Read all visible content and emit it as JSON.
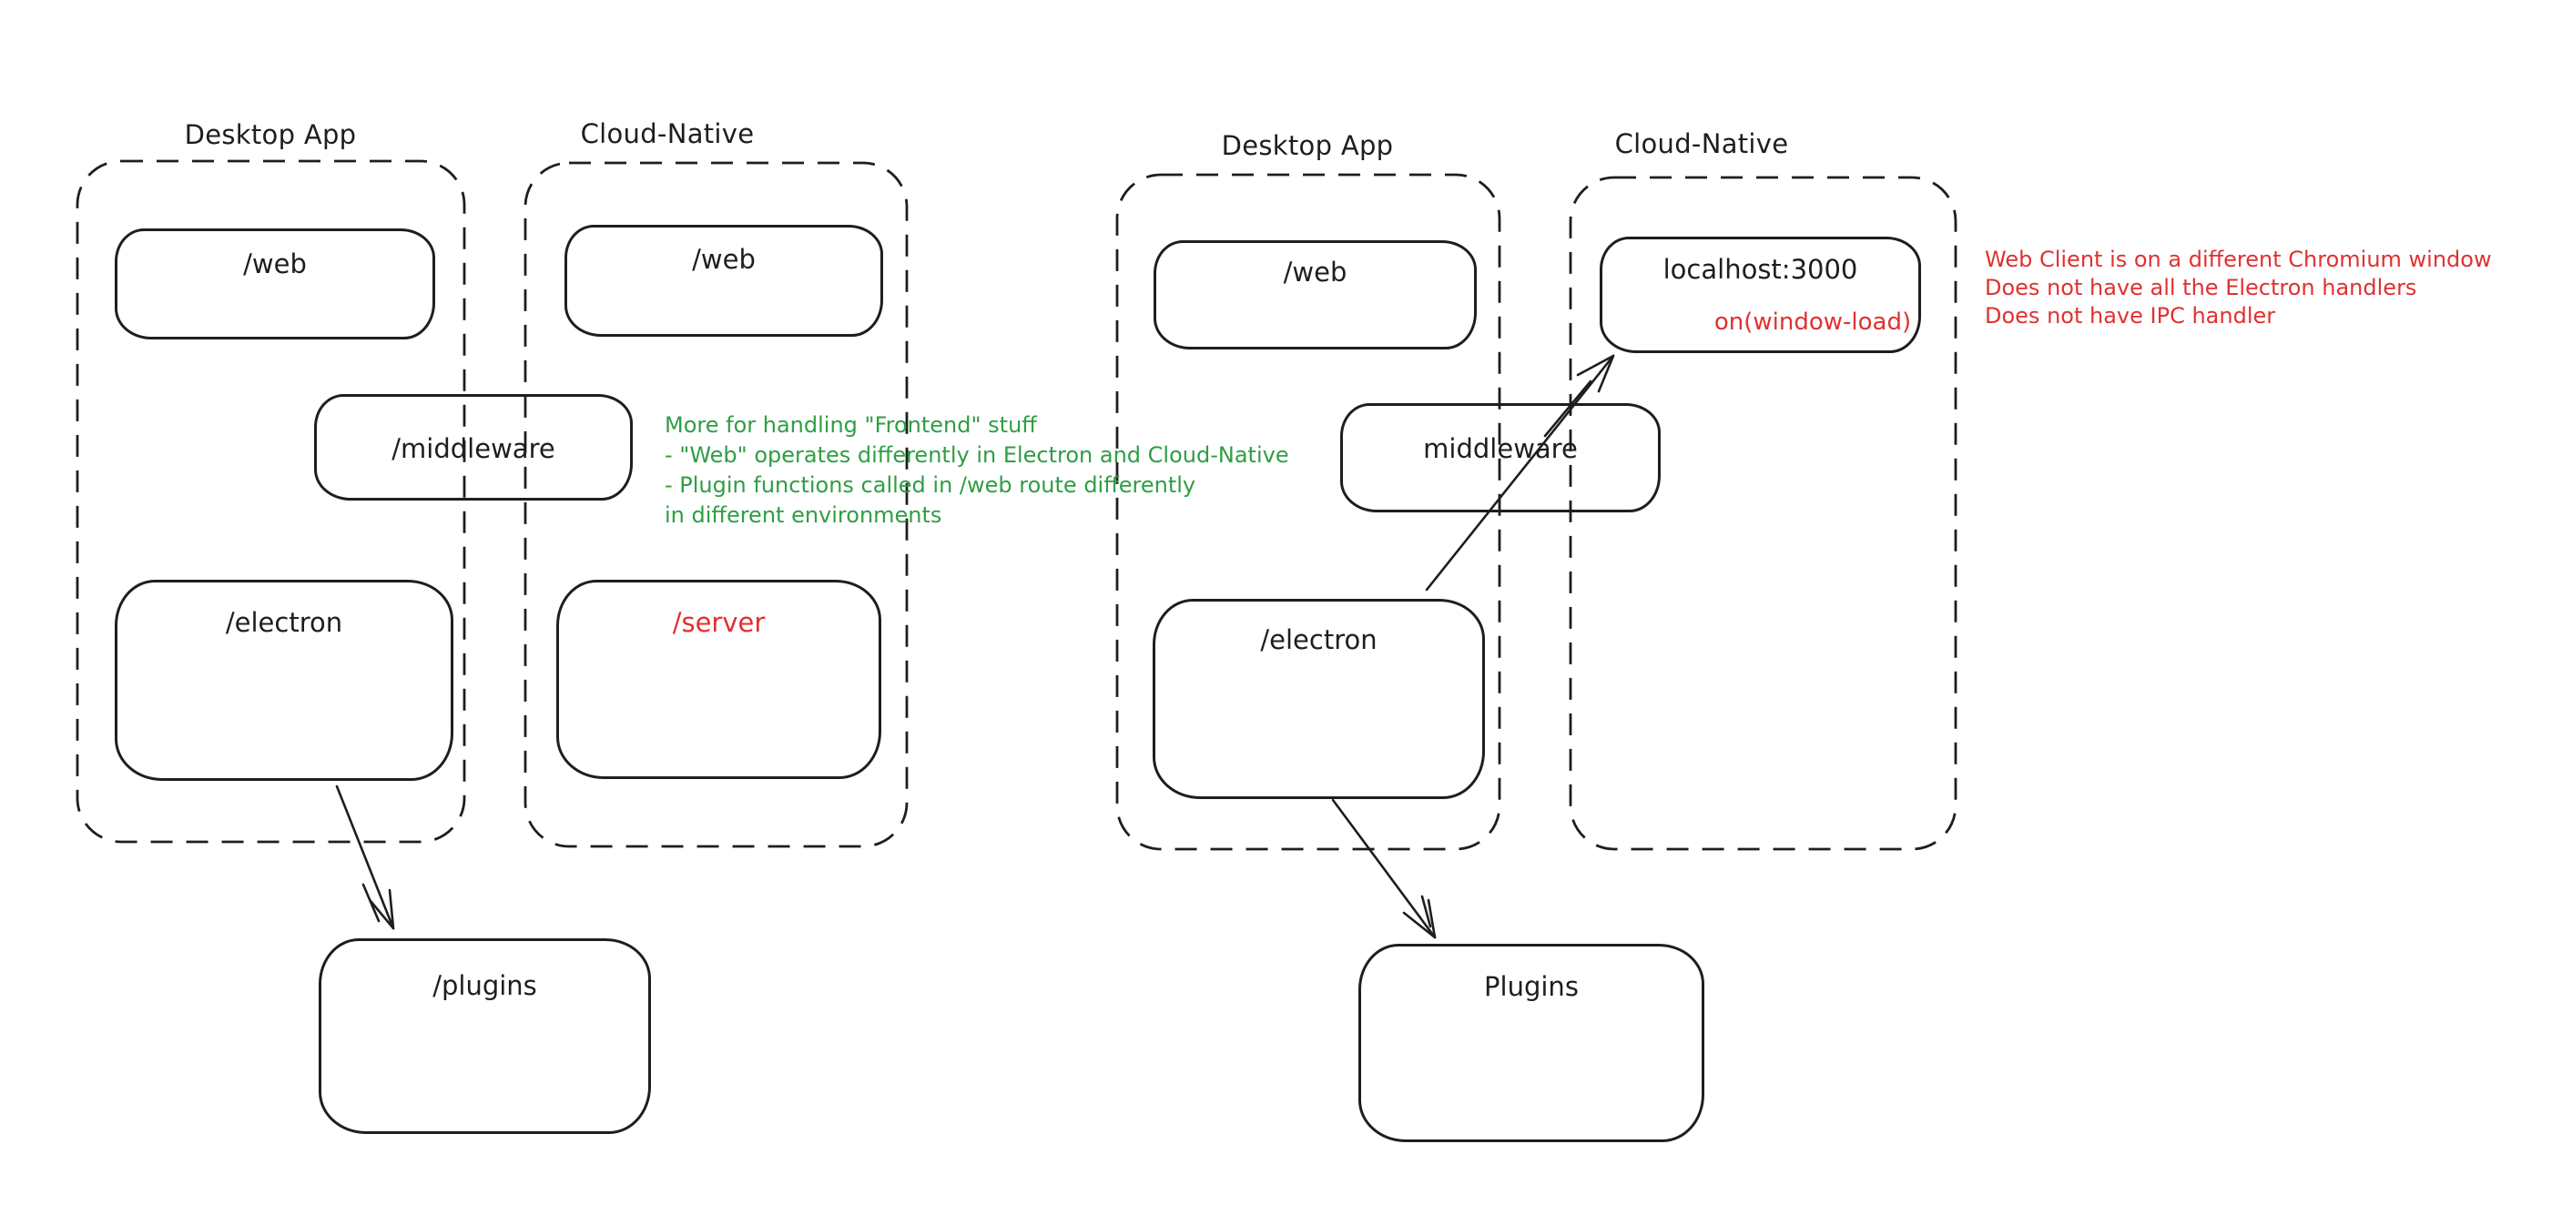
{
  "palette": {
    "stroke": "#1e1e1e",
    "green": "#2f9e44",
    "red": "#e03131",
    "background": "#ffffff"
  },
  "left": {
    "desktop": {
      "title": "Desktop App",
      "web": "/web",
      "electron": "/electron"
    },
    "cloud": {
      "title": "Cloud-Native",
      "web": "/web",
      "server": "/server"
    },
    "middleware": "/middleware",
    "plugins": "/plugins",
    "green_note": {
      "lines": [
        "More for handling \"Frontend\" stuff",
        "- \"Web\" operates differently in Electron and Cloud-Native",
        "- Plugin functions called in /web route differently",
        "in different environments"
      ]
    }
  },
  "right": {
    "desktop": {
      "title": "Desktop App",
      "web": "/web",
      "electron": "/electron"
    },
    "cloud": {
      "title": "Cloud-Native",
      "localhost": "localhost:3000",
      "on_window_load": "on(window-load)"
    },
    "middleware": "middleware",
    "plugins": "Plugins",
    "red_note": {
      "lines": [
        "Web Client is on a different Chromium window",
        "Does not have all the Electron handlers",
        "Does not have IPC handler"
      ]
    }
  }
}
